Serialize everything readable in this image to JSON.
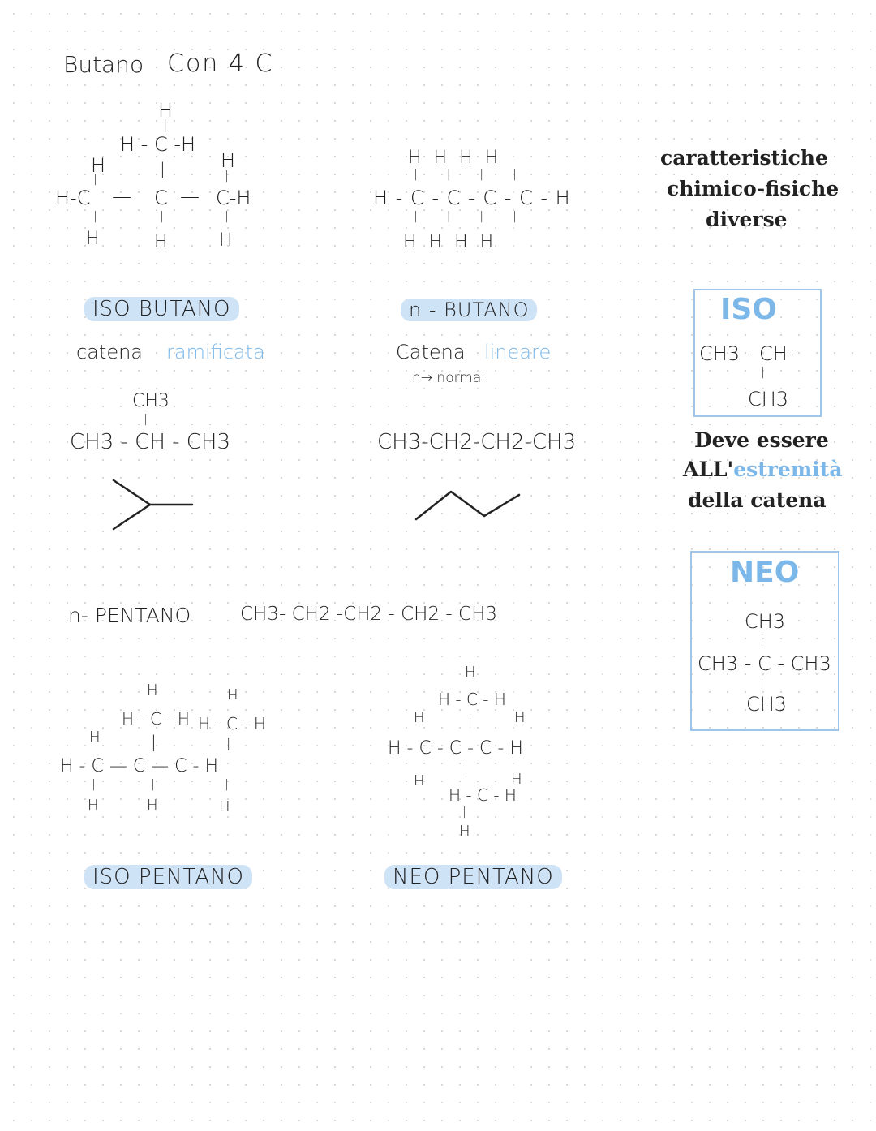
{
  "header": {
    "title": "Butano",
    "subtitle": "Con 4 C"
  },
  "isobutane": {
    "formula_atoms": {
      "h_top": "H",
      "ch_top": "H - C -H",
      "h_left_top": "H",
      "h_right_top": "H",
      "row_main_left": "H-C",
      "row_main_center": "C",
      "row_main_right": "C-H",
      "h_left_bottom": "H",
      "h_center_bottom": "H",
      "h_right_bottom": "H"
    },
    "name": "ISO BUTANO",
    "chain_label": "catena",
    "chain_type": "ramificata",
    "condensed_top": "CH3",
    "condensed_main": "CH3 - CH - CH3"
  },
  "nbutane": {
    "top_h": "H    H     H    H",
    "main": "H - C - C - C - C - H",
    "bottom_h": "H    H     H    H",
    "name": "n - BUTANO",
    "chain_label": "Catena",
    "chain_type": "lineare",
    "note": "n→ normal",
    "condensed": "CH3-CH2-CH2-CH3"
  },
  "side": {
    "features": [
      "caratteristiche",
      "chimico-fisiche",
      "diverse"
    ],
    "iso_box": {
      "title": "ISO",
      "line1": "CH3 - CH-",
      "line2": "CH3"
    },
    "rule": [
      "Deve essere",
      "ALL'",
      "estremità",
      "della catena"
    ],
    "neo_box": {
      "title": "NEO",
      "top": "CH3",
      "middle": "CH3 - C - CH3",
      "bottom": "CH3"
    }
  },
  "pentane": {
    "name": "n- PENTANO",
    "condensed": "CH3- CH2 -CH2 - CH2 - CH3"
  },
  "isopentane": {
    "atoms": {
      "h1": "H",
      "h2": "H",
      "ch_a": "H - C - H",
      "ch_b": "H - C - H",
      "h_left_top": "H",
      "main": "H - C  —  C  —  C - H",
      "h_left_bottom": "H",
      "h_center_bottom": "H",
      "h_right_bottom": "H"
    },
    "name": "ISO PENTANO"
  },
  "neopentane": {
    "atoms": {
      "h_top": "H",
      "ch_top": "H - C - H",
      "h_left": "H",
      "h_right": "H",
      "main": "H - C -  C -  C - H",
      "h_left_b": "H",
      "h_right_b": "H",
      "ch_bottom": "H - C - H",
      "h_bottom": "H"
    },
    "name": "NEO PENTANO"
  }
}
